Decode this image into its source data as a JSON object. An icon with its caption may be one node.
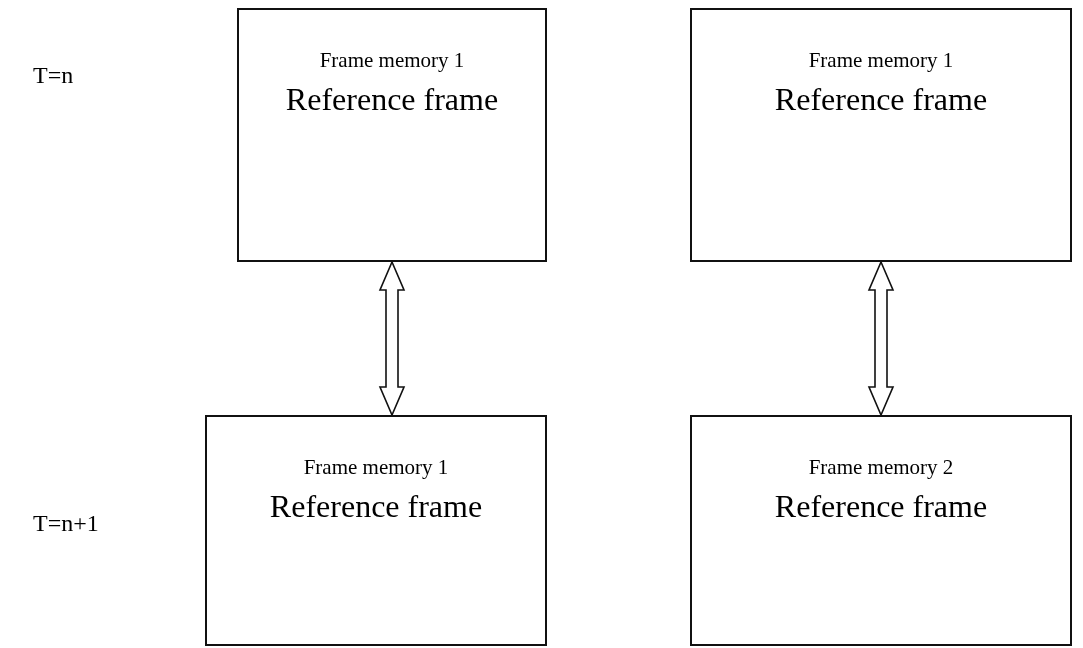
{
  "diagram": {
    "nodes": [
      {
        "text": [
          "Frame memory 1",
          "Reference frame"
        ]
      },
      {
        "text": [
          "Frame memory 1",
          "Reference frame"
        ]
      },
      {
        "text": [
          "Frame memory 1",
          "Reference frame"
        ]
      },
      {
        "text": [
          "Frame memory 2",
          "Reference frame"
        ]
      }
    ],
    "edges": [
      {
        "from": 0,
        "to": 2,
        "arrow": "both"
      },
      {
        "from": 1,
        "to": 3,
        "arrow": "both"
      }
    ],
    "labels": [
      "T=n",
      "T=n+1"
    ]
  }
}
